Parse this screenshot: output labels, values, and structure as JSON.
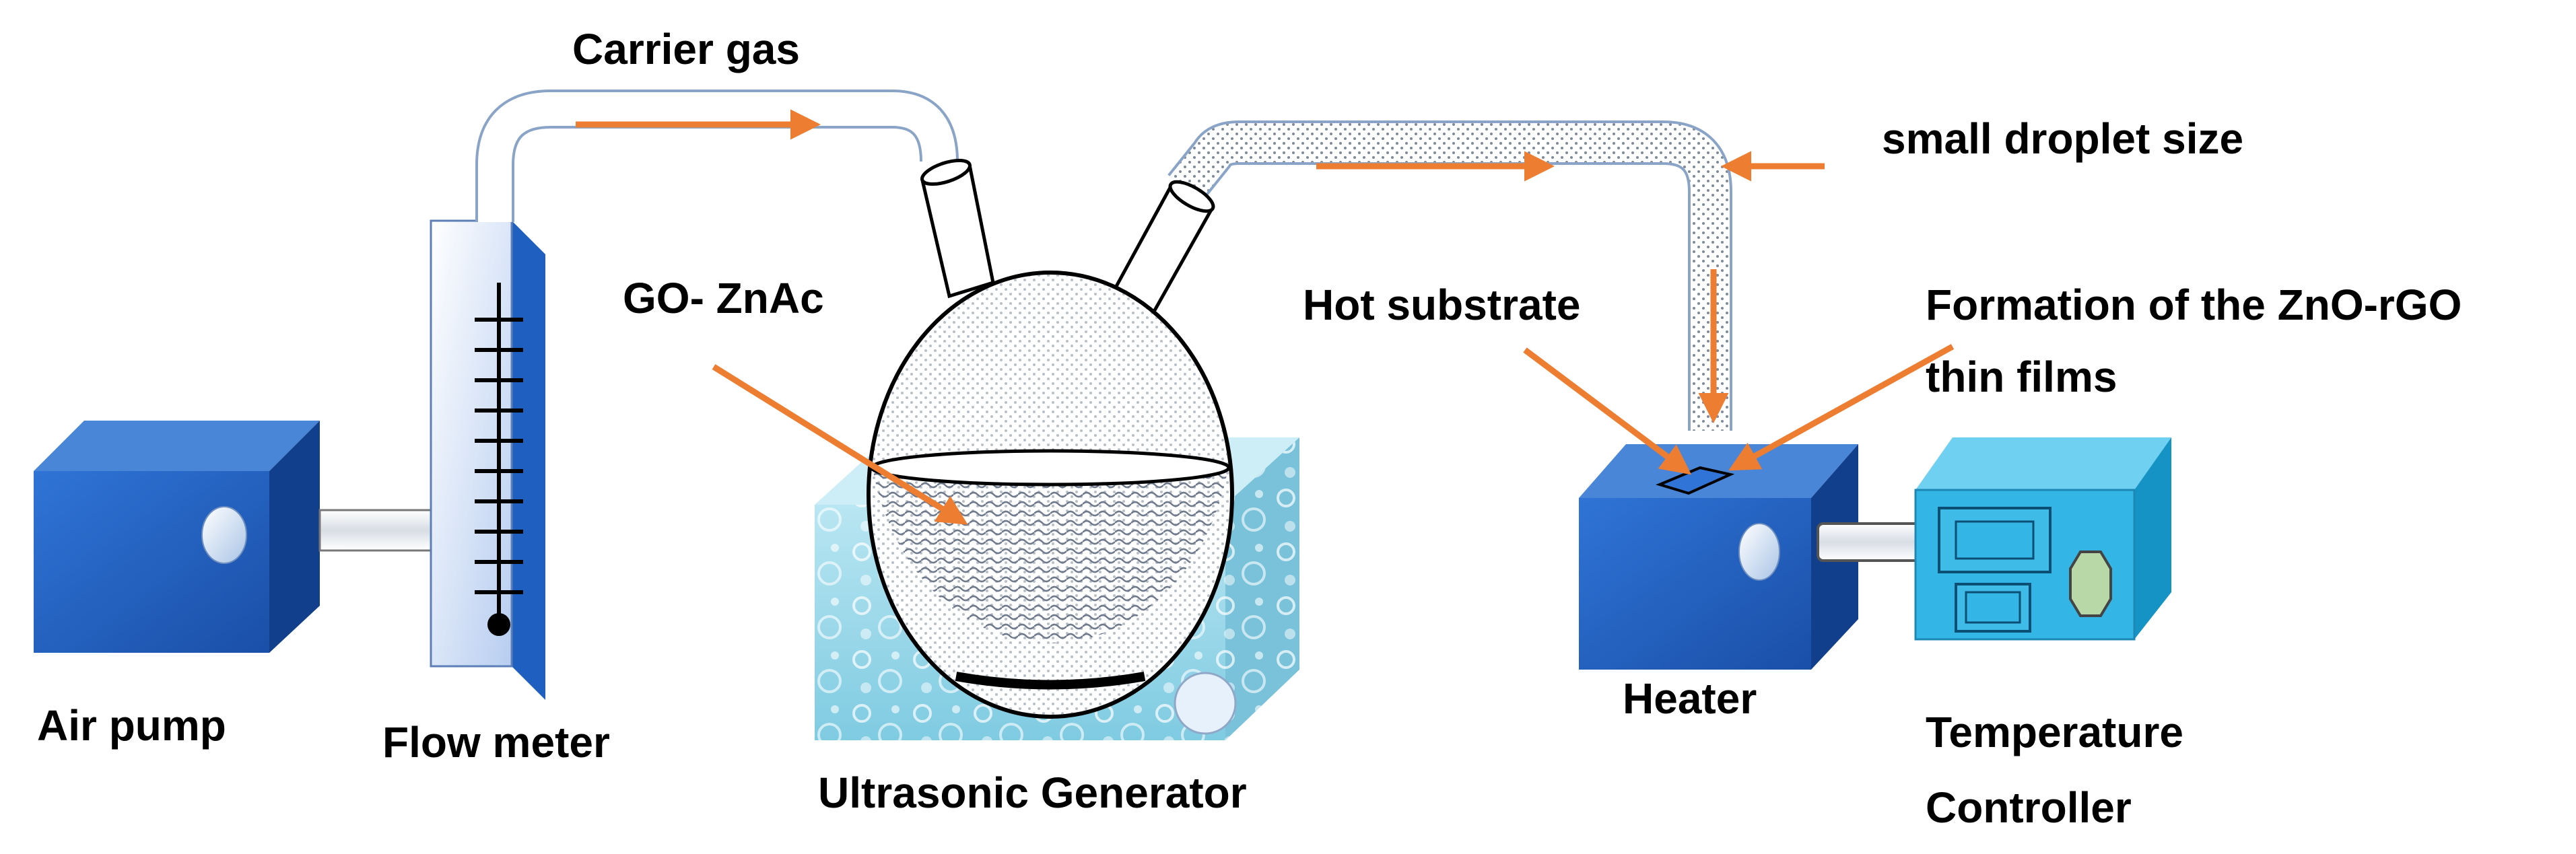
{
  "labels": {
    "carrier_gas": "Carrier gas",
    "small_droplet": "small droplet size",
    "go_znac": "GO- ZnAc",
    "hot_substrate": "Hot substrate",
    "formation_1": "Formation of the ZnO-rGO",
    "formation_2": "thin films",
    "air_pump": "Air pump",
    "flow_meter": "Flow meter",
    "ultrasonic": "Ultrasonic Generator",
    "heater": "Heater",
    "temp_1": "Temperature",
    "temp_2": "Controller"
  },
  "colors": {
    "arrow": "#ed7d31",
    "box_blue": "#1f5fbf",
    "box_blue_dark": "#0f3a80",
    "box_blue_top": "#4a86d8",
    "water": "#9fd9ea",
    "controller": "#33b5e5",
    "tube": "#9eb6d6"
  },
  "icons": {
    "air_pump": "air-pump-box-icon",
    "flow_meter": "flow-meter-icon",
    "flask": "round-bottom-flask-icon",
    "heater": "heater-box-icon",
    "controller": "temperature-controller-icon"
  }
}
